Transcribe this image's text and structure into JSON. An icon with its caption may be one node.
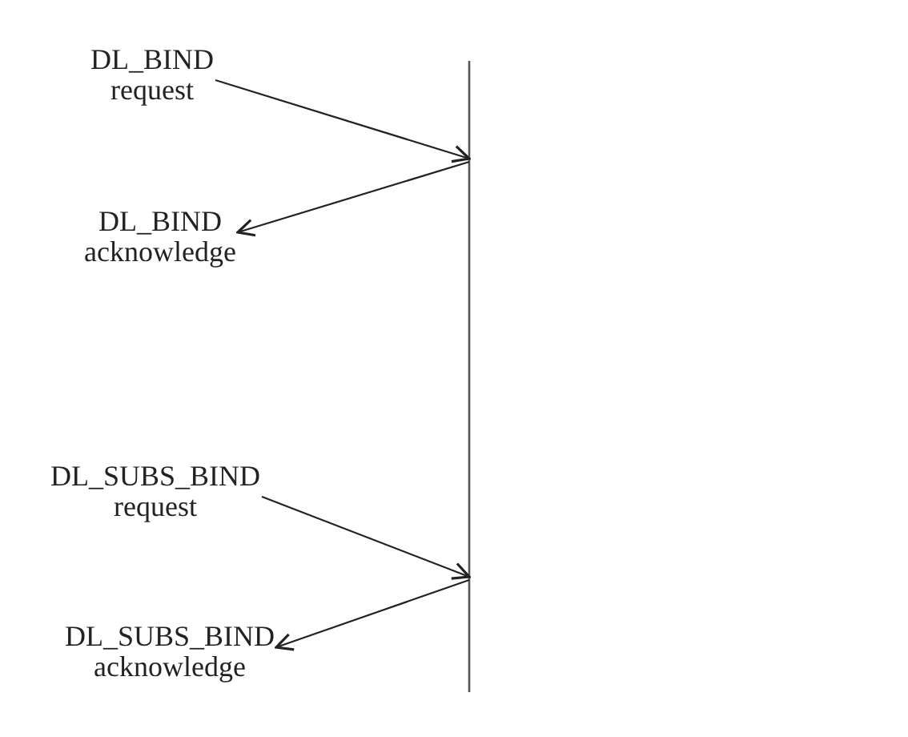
{
  "diagram": {
    "nodes": [
      {
        "text": [],
        "shape": "bar"
      },
      {
        "text": [
          "DL_BIND request"
        ]
      },
      {
        "text": [
          "DL_BIND acknowledge"
        ]
      },
      {
        "text": [
          "DL_SUBS_BIND request"
        ]
      },
      {
        "text": [
          "DL_SUBS_BIND acknowledge"
        ]
      }
    ],
    "edges": [
      {
        "from": 1,
        "to": 0,
        "arrow": "to"
      },
      {
        "from": 0,
        "to": 2,
        "arrow": "to"
      },
      {
        "from": 3,
        "to": 0,
        "arrow": "to"
      },
      {
        "from": 0,
        "to": 4,
        "arrow": "to"
      }
    ]
  }
}
